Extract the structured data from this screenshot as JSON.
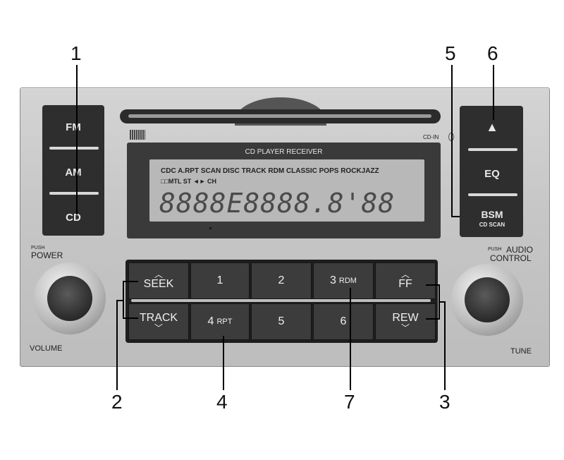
{
  "callouts": {
    "c1": "1",
    "c2": "2",
    "c3": "3",
    "c4": "4",
    "c5": "5",
    "c6": "6",
    "c7": "7"
  },
  "left_buttons": {
    "fm": "FM",
    "am": "AM",
    "cd": "CD"
  },
  "right_buttons": {
    "eject": "▲",
    "eq": "EQ",
    "bsm": "BSM",
    "bsm_sub": "CD SCAN"
  },
  "cd_in": "CD-IN",
  "display": {
    "header": "CD PLAYER RECEIVER",
    "row1": "CDC A.RPT SCAN DISC   TRACK RDM CLASSIC POPS ROCKJAZZ",
    "row2": "□□MTL ST ◄► CH",
    "digits": "8888E8888.8'88"
  },
  "knob_labels": {
    "push_left": "PUSH",
    "power": "POWER",
    "volume": "VOLUME",
    "push_right": "PUSH",
    "audio": "AUDIO",
    "control": "CONTROL",
    "tune": "TUNE"
  },
  "keys": {
    "seek": "SEEK",
    "track": "TRACK",
    "k1": "1",
    "k2": "2",
    "k3": "3",
    "k3_sub": "RDM",
    "k4": "4",
    "k4_sub": "RPT",
    "k5": "5",
    "k6": "6",
    "ff": "FF",
    "rew": "REW"
  }
}
